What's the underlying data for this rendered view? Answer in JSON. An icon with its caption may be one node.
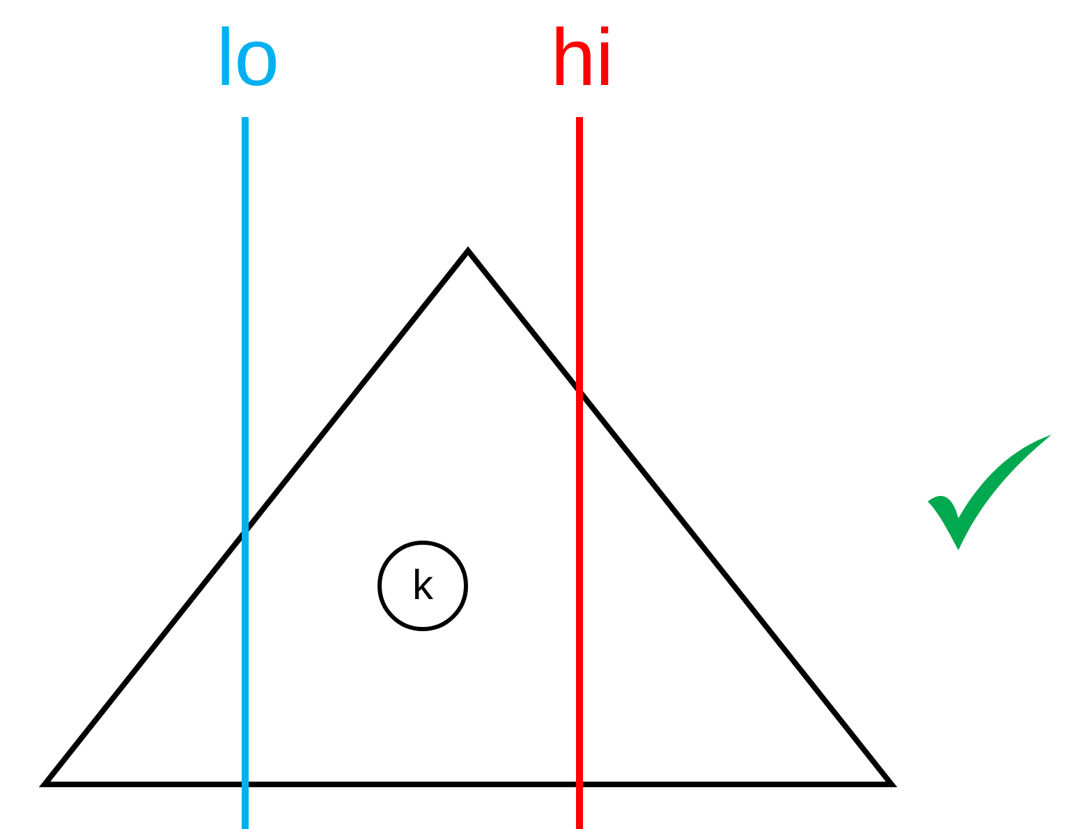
{
  "diagram": {
    "nodes": [
      {
        "text": [
          "k"
        ]
      }
    ],
    "edges": [],
    "labels": [
      "lo",
      "hi"
    ]
  }
}
